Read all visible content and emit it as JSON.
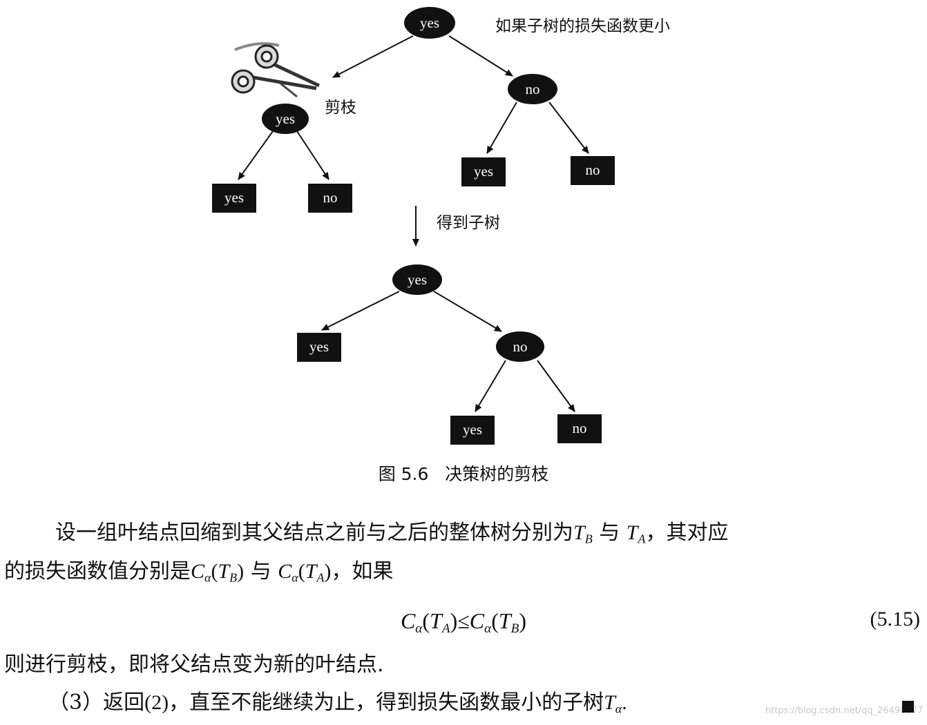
{
  "figure": {
    "labels": {
      "yes": "yes",
      "no": "no"
    },
    "annotation_top": "如果子树的损失函数更小",
    "annotation_prune": "剪枝",
    "annotation_result": "得到子树",
    "caption_num": "图 5.6",
    "caption_text": "决策树的剪枝",
    "icons": [
      "scissors-icon",
      "down-arrow-icon"
    ]
  },
  "text": {
    "p1_a": "设一组叶结点回缩到其父结点之前与之后的整体树分别为",
    "T": "T",
    "B": "B",
    "A": "A",
    "C": "C",
    "alpha": "α",
    "yu": "与",
    "p1_b": "，其对应",
    "p2_a": "的损失函数值分别是",
    "p2_b": "，如果",
    "le": "≤",
    "eq_num": "(5.15)",
    "p3": "则进行剪枝，即将父结点变为新的叶结点.",
    "p4_a": "（3）返回",
    "p4_ref": "(2)",
    "p4_b": "，直至不能继续为止，得到损失函数最小的子树",
    "p4_end": ".",
    "watermark": "https://blog.csdn.net/qq_26498077"
  }
}
